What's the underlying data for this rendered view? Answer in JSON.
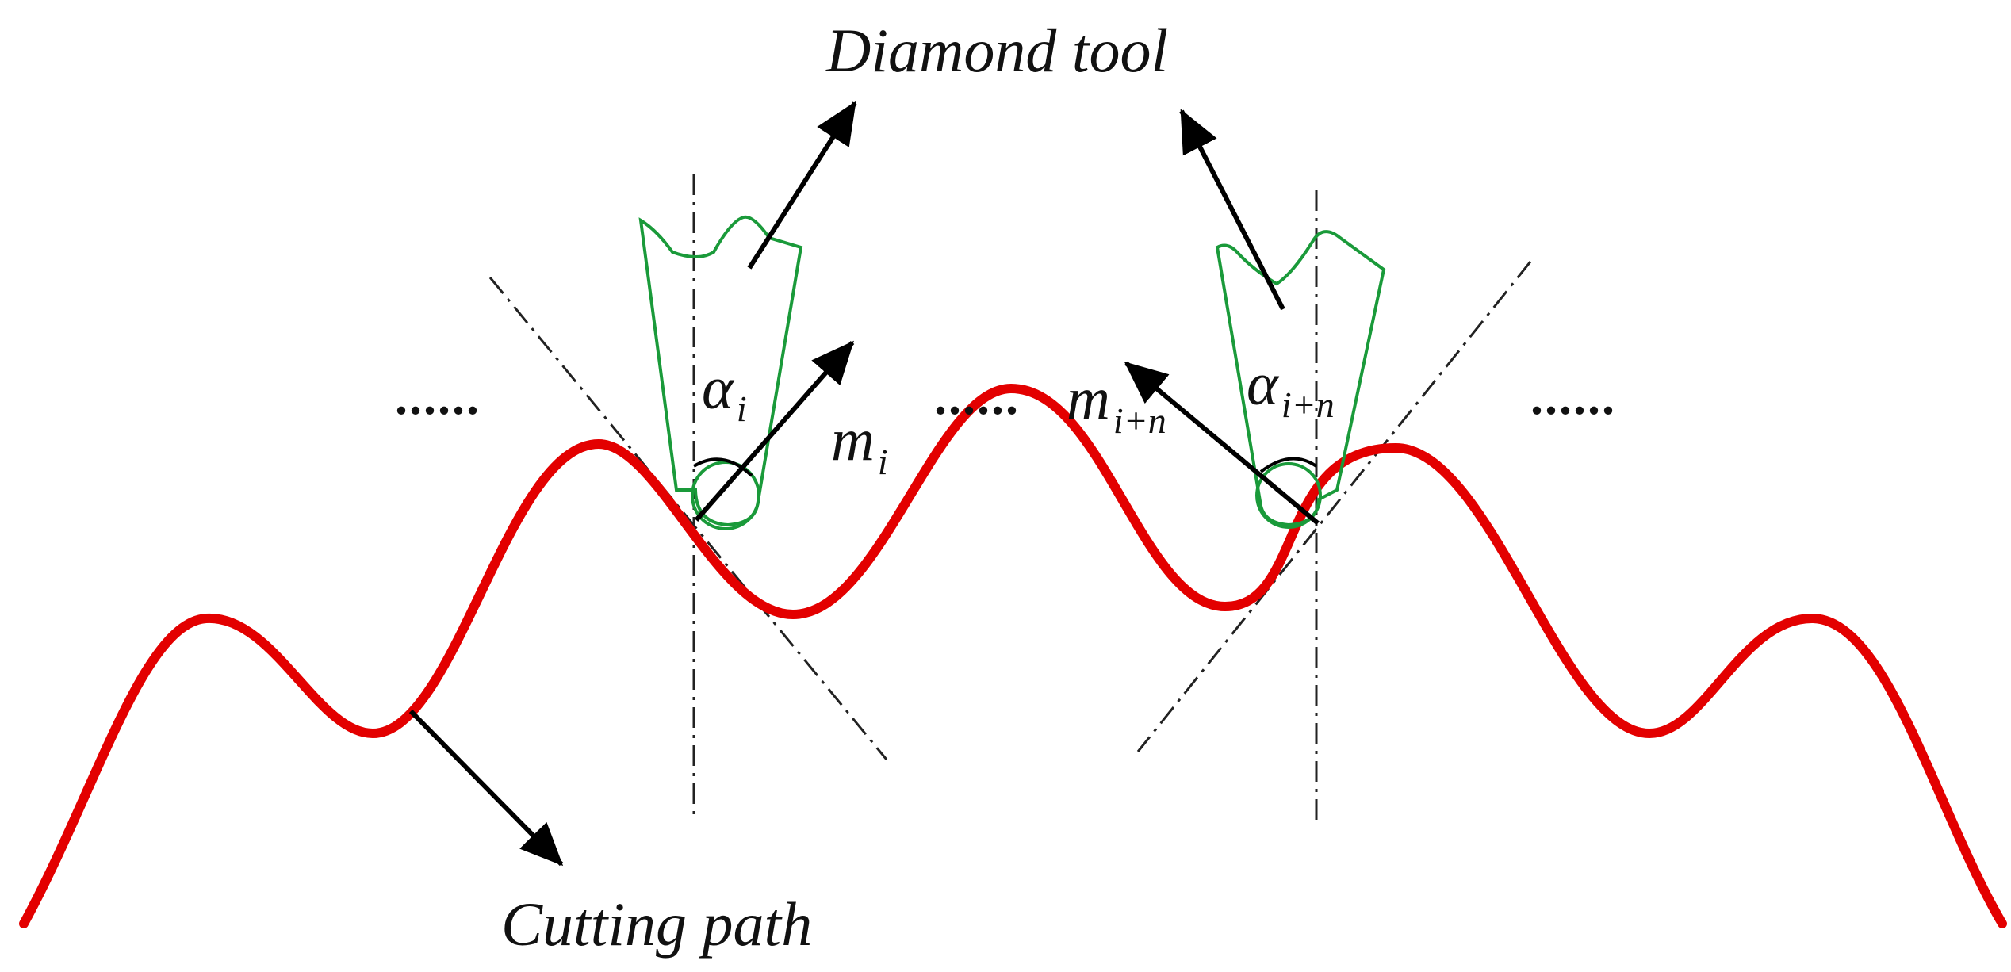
{
  "labels": {
    "diamond_tool": "Diamond tool",
    "cutting_path": "Cutting path",
    "alpha_i": "α",
    "alpha_i_sub": "i",
    "m_i": "m",
    "m_i_sub": "i",
    "alpha_in": "α",
    "alpha_in_sub": "i+n",
    "m_in": "m",
    "m_in_sub": "i+n",
    "ellipsis_left": "......",
    "ellipsis_middle": "......",
    "ellipsis_right": "......"
  },
  "colors": {
    "cutting_path": "#e30000",
    "tool_outline": "#1a9a3a",
    "arrow": "#000000",
    "construction_line": "#222222"
  }
}
